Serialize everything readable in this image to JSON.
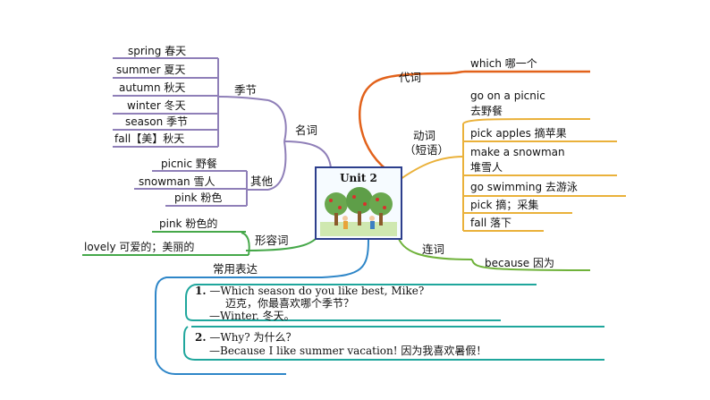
{
  "center": {
    "title": "Unit 2"
  },
  "nouns": {
    "label": "名词",
    "seasons": {
      "label": "季节",
      "items": [
        "spring 春天",
        "summer 夏天",
        "autumn 秋天",
        "winter 冬天",
        "season 季节",
        "fall【美】秋天"
      ]
    },
    "others": {
      "label": "其他",
      "items": [
        "picnic 野餐",
        "snowman 雪人",
        "pink 粉色"
      ]
    }
  },
  "adjectives": {
    "label": "形容词",
    "items": [
      "pink 粉色的",
      "lovely 可爱的；美丽的"
    ]
  },
  "pronouns": {
    "label": "代词",
    "items": [
      "which 哪一个"
    ]
  },
  "verbs": {
    "label_line1": "动词",
    "label_line2": "（短语）",
    "items": [
      {
        "en": "go on a picnic",
        "zh": "去野餐"
      },
      {
        "en": "pick apples 摘苹果",
        "zh": ""
      },
      {
        "en": "make a snowman",
        "zh": "堆雪人"
      },
      {
        "en": "go swimming 去游泳",
        "zh": ""
      },
      {
        "en": "pick 摘；采集",
        "zh": ""
      },
      {
        "en": "fall 落下",
        "zh": ""
      }
    ]
  },
  "conjunctions": {
    "label": "连词",
    "items": [
      "because 因为"
    ]
  },
  "expressions": {
    "label": "常用表达",
    "s1": {
      "num": "1.",
      "line1": "—Which season do you like best, Mike?",
      "line2": "迈克，你最喜欢哪个季节？",
      "line3": "—Winter. 冬天。"
    },
    "s2": {
      "num": "2.",
      "line1": "—Why?  为什么？",
      "line2": "—Because I like summer vacation!  因为我喜欢暑假！"
    }
  },
  "colors": {
    "purple": "#8f7fb8",
    "green": "#46a84a",
    "orange": "#e2621b",
    "yellow": "#eab13a",
    "lime": "#6fb23a",
    "blue": "#2e86c8",
    "teal": "#1fa69c"
  }
}
